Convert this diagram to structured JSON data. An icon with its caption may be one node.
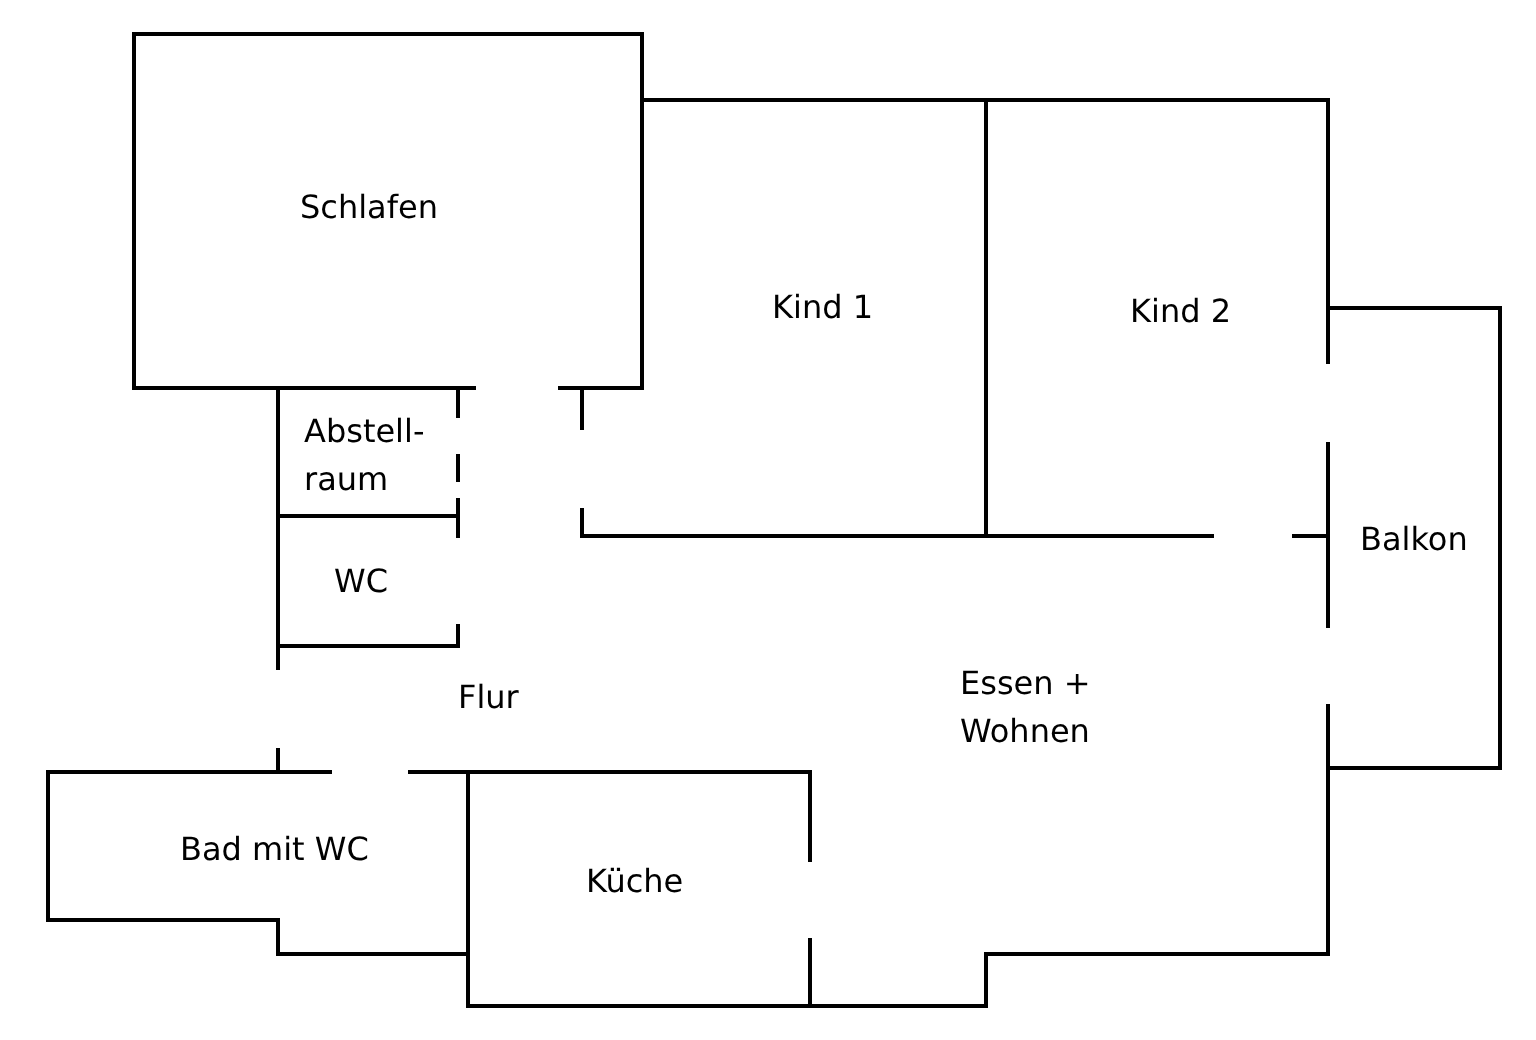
{
  "diagram": {
    "labels": [
      "Schlafen",
      "Kind 1",
      "Kind 2",
      "Abstell- raum",
      "Balkon",
      "WC",
      "Essen + Wohnen",
      "Flur",
      "Bad mit WC",
      "Küche"
    ]
  }
}
